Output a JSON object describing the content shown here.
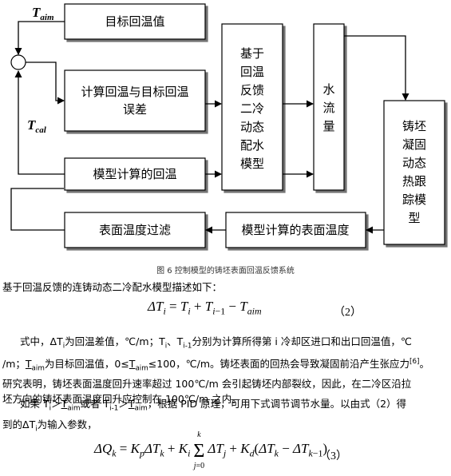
{
  "diagram": {
    "t_aim_label": "T",
    "t_aim_sub": "aim",
    "t_cal_label": "T",
    "t_cal_sub": "cal",
    "box_target": "目标回温值",
    "box_error_line1": "计算回温与目标回温",
    "box_error_line2": "误差",
    "box_model_return": "模型计算的回温",
    "box_filter": "表面温度过滤",
    "box_surface_temp": "模型计算的表面温度",
    "box_control_model": [
      "基于",
      "回温",
      "反馈",
      "二冷",
      "动态",
      "配水",
      "模型"
    ],
    "box_water_flow": [
      "水",
      "流",
      "量"
    ],
    "box_tracking_model": [
      "铸坯",
      "凝固",
      "动态",
      "热跟",
      "踪模",
      "型"
    ]
  },
  "caption": "图 6 控制模型的铸坯表面回温反馈系统",
  "intro": "基于回温反馈的连铸动态二冷配水模型描述如下：",
  "eq2_number": "（2）",
  "eq3_number": "（3）",
  "para1": {
    "a": "式中，",
    "b": "ΔT",
    "b_sub": "i",
    "c": "为回温差值，℃/m；T",
    "c_sub": "i",
    "d": "、T",
    "d_sub": "i-1",
    "e": "分别为计算所得第 i 冷却区进口和出口回温值，℃",
    "line2_a": "/m；",
    "line2_b": "T",
    "line2_b_sub": "aim",
    "line2_c": "为目标回温值，0≤",
    "line2_d": "T",
    "line2_d_sub": "aim",
    "line2_e": "≤100，℃/m。铸坯表面的回热会导致凝固前沿产生张应力",
    "line2_ref": "[6]",
    "line2_f": "。",
    "line3": "研究表明，铸坯表面温度回升速率超过 100℃/m 会引起铸坯内部裂纹，因此，在二冷区沿拉",
    "line4": "坯方向的铸坯表面温度回升应控制在 100℃/m 之内。"
  },
  "para2": {
    "a": "如果 T",
    "a_sub": "i",
    "b": "＞",
    "c": "T",
    "c_sub": "aim",
    "d": "或者 T",
    "d_sub": "i-1",
    "e": "＞",
    "f": "T",
    "f_sub": "aim",
    "g": "，根据 PID 原理，可用下式调节调节水量。以由式（2）得",
    "line2_a": "到的",
    "line2_b": "ΔT",
    "line2_b_sub": "i",
    "line2_c": "为输入参数，"
  }
}
